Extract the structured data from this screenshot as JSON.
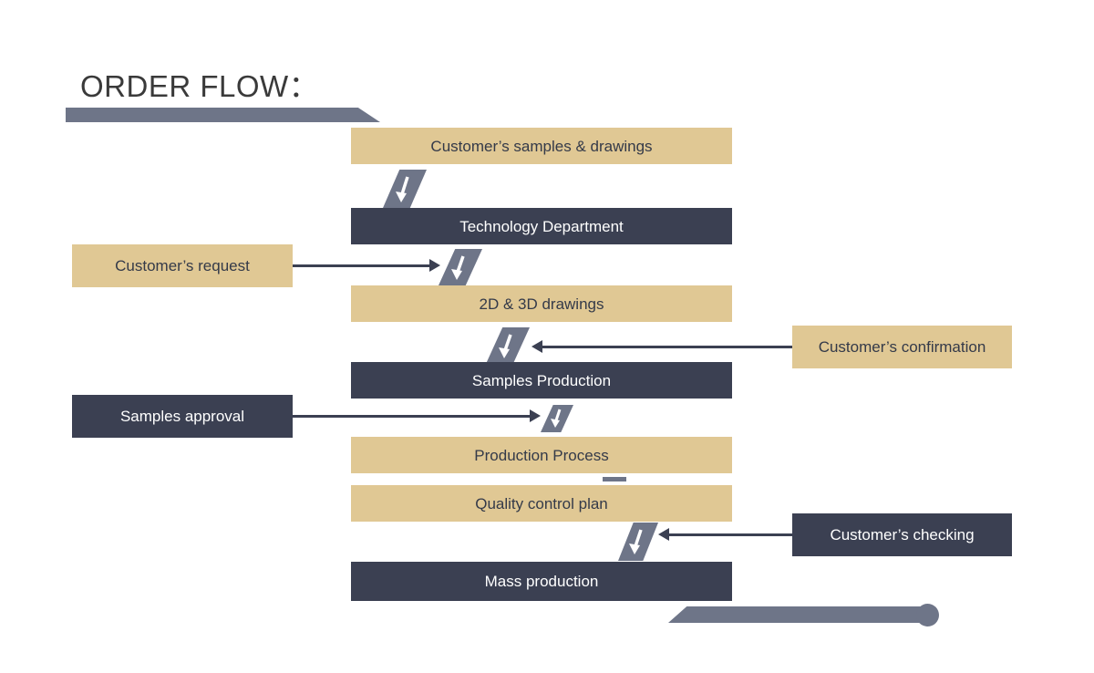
{
  "page": {
    "title": "ORDER FLOW："
  },
  "colors": {
    "tan": "#E0C894",
    "navy": "#3B4052",
    "slate": "#6E7588",
    "background": "#FFFFFF",
    "text_dark": "#343A49",
    "text_light": "#FFFFFF"
  },
  "flow": {
    "main_steps": [
      {
        "label": "Customer’s samples & drawings",
        "style": "tan"
      },
      {
        "label": "Technology Department",
        "style": "navy"
      },
      {
        "label": "2D & 3D drawings",
        "style": "tan"
      },
      {
        "label": "Samples Production",
        "style": "navy"
      },
      {
        "label": "Production Process",
        "style": "tan"
      },
      {
        "label": "Quality control plan",
        "style": "tan"
      },
      {
        "label": "Mass production",
        "style": "navy"
      }
    ],
    "side_inputs": [
      {
        "label": "Customer’s request",
        "style": "tan",
        "side": "left",
        "direction": "right"
      },
      {
        "label": "Customer’s confirmation",
        "style": "tan",
        "side": "right",
        "direction": "left"
      },
      {
        "label": "Samples approval",
        "style": "navy",
        "side": "left",
        "direction": "right"
      },
      {
        "label": "Customer’s checking",
        "style": "navy",
        "side": "right",
        "direction": "left"
      }
    ]
  },
  "icons": {
    "down_arrow": "down-arrow-icon",
    "right_arrow": "right-arrow-icon",
    "left_arrow": "left-arrow-icon",
    "end_dot": "end-dot-icon"
  }
}
